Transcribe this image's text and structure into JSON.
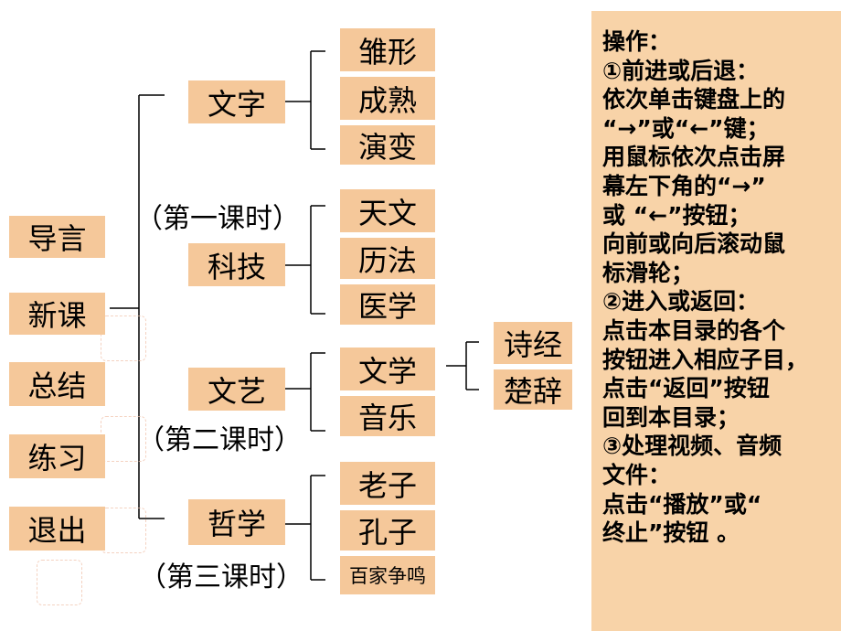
{
  "nav": [
    {
      "id": "intro",
      "label": "导言"
    },
    {
      "id": "new-lesson",
      "label": "新课"
    },
    {
      "id": "summary",
      "label": "总结"
    },
    {
      "id": "practice",
      "label": "练习"
    },
    {
      "id": "exit",
      "label": "退出"
    }
  ],
  "topics": {
    "writing": "文字",
    "science": "科技",
    "arts": "文艺",
    "philosophy": "哲学"
  },
  "lessons": {
    "first": "（第一课时）",
    "second": "（第二课时）",
    "third": "（第三课时）"
  },
  "subtopics": {
    "writing": [
      "雏形",
      "成熟",
      "演变"
    ],
    "science": [
      "天文",
      "历法",
      "医学"
    ],
    "arts": [
      "文学",
      "音乐"
    ],
    "philosophy": [
      "老子",
      "孔子",
      "百家争鸣"
    ]
  },
  "literature_items": [
    "诗经",
    "楚辞"
  ],
  "instructions": [
    "操作：",
    "①前进或后退：",
    "依次单击键盘上的",
    "“→”或“←”键；",
    "用鼠标依次点击屏",
    "幕左下角的“→”",
    "或 “←”按钮；",
    "向前或向后滚动鼠",
    "标滑轮；",
    "②进入或返回：",
    "点击本目录的各个",
    "按钮进入相应子目，",
    "点击“返回”按钮",
    "回到本目录；",
    "③处理视频、音频",
    "文件：",
    "点击“播放”或“",
    "终止”按钮 。"
  ]
}
